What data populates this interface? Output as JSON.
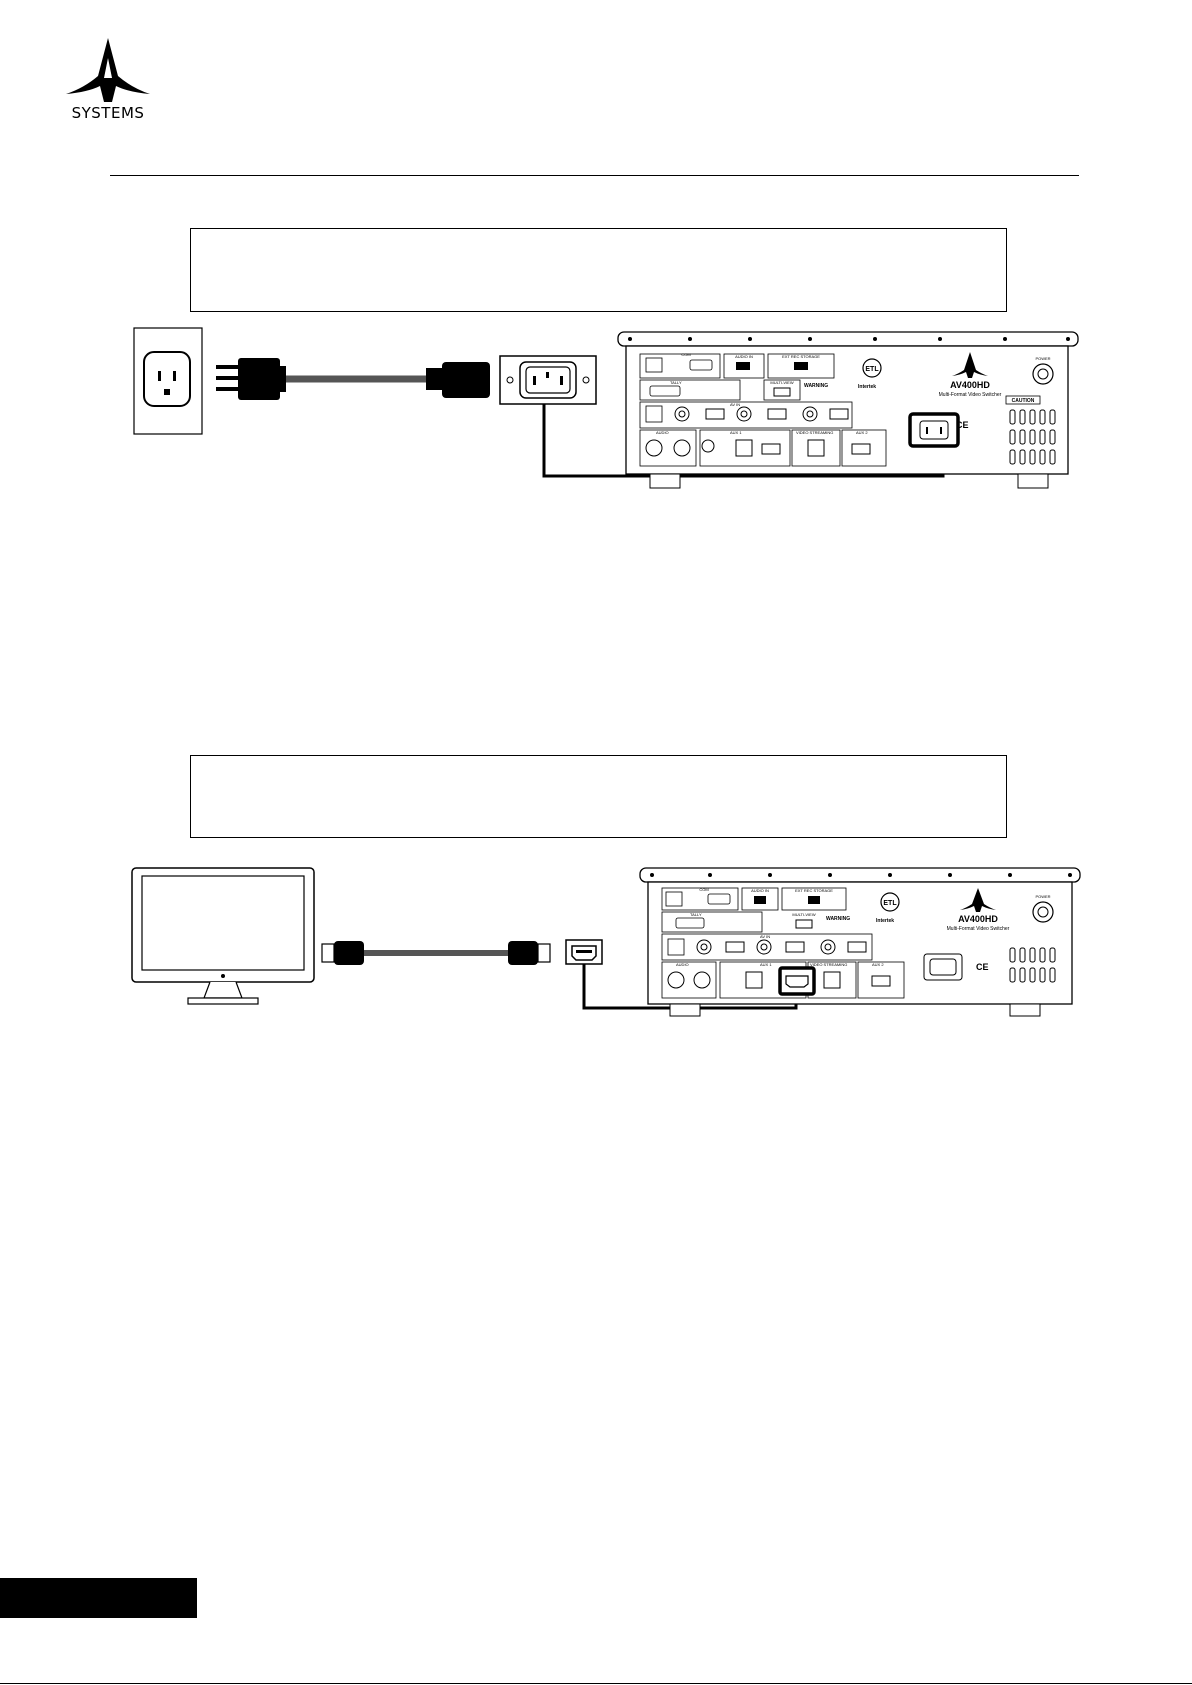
{
  "brand": {
    "logo_text": "SYSTEMS"
  },
  "diagram_power": {
    "device_model": "AV400HD",
    "device_subtitle": "Multi-Format Video Switcher",
    "panel_labels": {
      "com": "COM",
      "audio_in": "AUDIO IN",
      "ext_rec_storage": "EXT REC STORAGE",
      "tally": "TALLY",
      "multi_view": "MULTI-VIEW",
      "warning": "WARNING",
      "av_in": "AV IN",
      "audio": "AUDIO",
      "aux1": "AUX 1",
      "video_streaming": "VIDEO STREAMING",
      "aux2": "AUX 2",
      "power": "POWER",
      "caution": "CAUTION",
      "intertek": "Intertek"
    }
  },
  "diagram_display": {
    "device_model": "AV400HD",
    "device_subtitle": "Multi-Format Video Switcher",
    "panel_labels": {
      "com": "COM",
      "audio_in": "AUDIO IN",
      "ext_rec_storage": "EXT REC STORAGE",
      "tally": "TALLY",
      "multi_view": "MULTI-VIEW",
      "warning": "WARNING",
      "av_in": "AV IN",
      "audio": "AUDIO",
      "aux1": "AUX 1",
      "video_streaming": "VIDEO STREAMING",
      "aux2": "AUX 2",
      "power": "POWER",
      "intertek": "Intertek"
    }
  }
}
